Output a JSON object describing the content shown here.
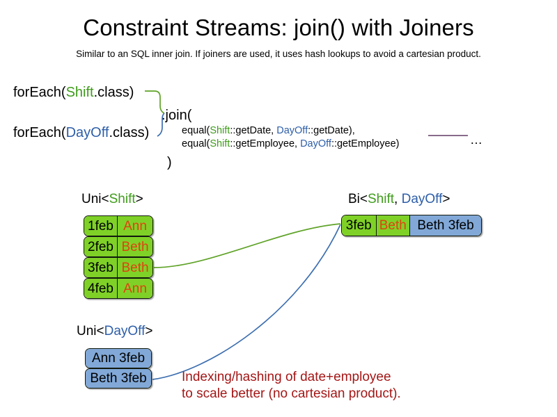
{
  "slide": {
    "title": "Constraint Streams: join() with Joiners",
    "subtitle": "Similar to an SQL inner join. If joiners are used, it uses hash lookups to avoid a cartesian product."
  },
  "colors": {
    "shift_green": "#3f9c1b",
    "dayoff_blue": "#2d5ea8",
    "box_green_fill": "#7fd127",
    "box_blue_fill": "#81a8d7",
    "name_orange": "#de4310",
    "caption_red": "#a51616",
    "connector_green": "#5fa328",
    "connector_blue": "#3d6fb0",
    "ellipsis_line_purple": "#77547a"
  },
  "code": {
    "foreach_shift": {
      "prefix": "forEach(",
      "type": "Shift",
      "suffix": ".class)"
    },
    "foreach_dayoff": {
      "prefix": "forEach(",
      "type": "DayOff",
      "suffix": ".class)"
    },
    "join_open": ".join(",
    "join_close": ")",
    "args": [
      {
        "lead": "equal(",
        "left_type": "Shift",
        "left_rest": "::getDate, ",
        "right_type": "DayOff",
        "right_rest": "::getDate),"
      },
      {
        "lead": "equal(",
        "left_type": "Shift",
        "left_rest": "::getEmployee, ",
        "right_type": "DayOff",
        "right_rest": "::getEmployee)"
      }
    ],
    "ellipsis": "…"
  },
  "streams": {
    "uni_shift": {
      "label_prefix": "Uni<",
      "label_type": "Shift",
      "label_suffix": ">",
      "rows": [
        {
          "date": "1feb",
          "employee": "Ann"
        },
        {
          "date": "2feb",
          "employee": "Beth"
        },
        {
          "date": "3feb",
          "employee": "Beth"
        },
        {
          "date": "4feb",
          "employee": "Ann"
        }
      ]
    },
    "uni_dayoff": {
      "label_prefix": "Uni<",
      "label_type": "DayOff",
      "label_suffix": ">",
      "rows": [
        {
          "text": "Ann 3feb"
        },
        {
          "text": "Beth 3feb"
        }
      ]
    },
    "bi": {
      "label_prefix": "Bi<",
      "label_type_a": "Shift",
      "label_sep": ", ",
      "label_type_b": "DayOff",
      "label_suffix": ">",
      "rows": [
        {
          "date": "3feb",
          "employee": "Beth",
          "dayoff": "Beth 3feb"
        }
      ]
    }
  },
  "caption": {
    "line1": "Indexing/hashing of date+employee",
    "line2": "to scale better (no cartesian product)."
  }
}
